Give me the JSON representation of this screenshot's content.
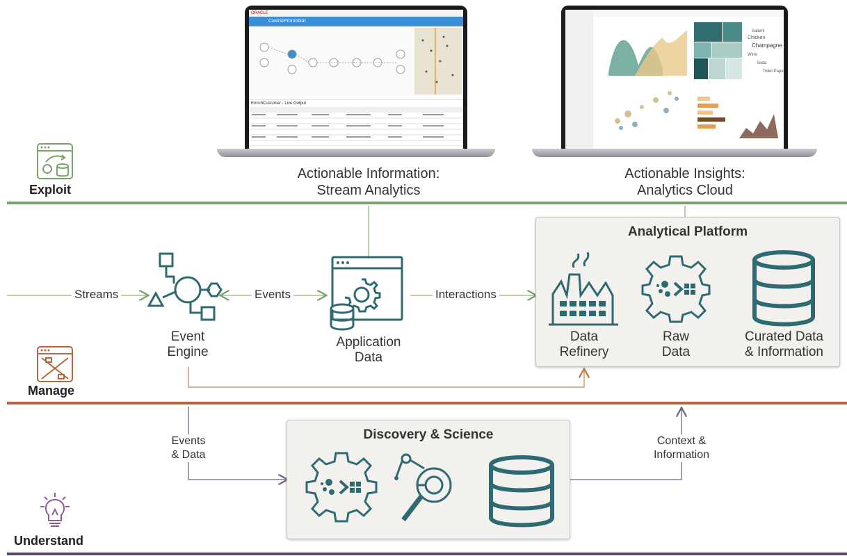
{
  "zones": {
    "exploit": "Exploit",
    "manage": "Manage",
    "understand": "Understand"
  },
  "screens": {
    "left_caption_1": "Actionable Information:",
    "left_caption_2": "Stream Analytics",
    "right_caption_1": "Actionable Insights:",
    "right_caption_2": "Analytics Cloud",
    "left_app_title": "CasinoPromotion",
    "left_table_title": "EnrichCustomer - Live Output",
    "left_brand": "ORACLE"
  },
  "flow": {
    "streams": "Streams",
    "events": "Events",
    "interactions": "Interactions",
    "events_data_1": "Events",
    "events_data_2": "& Data",
    "context_1": "Context &",
    "context_2": "Information"
  },
  "nodes": {
    "event_engine_1": "Event",
    "event_engine_2": "Engine",
    "app_data_1": "Application",
    "app_data_2": "Data"
  },
  "analytical_platform": {
    "title": "Analytical Platform",
    "refinery_1": "Data",
    "refinery_2": "Refinery",
    "raw_1": "Raw",
    "raw_2": "Data",
    "curated_1": "Curated Data",
    "curated_2": "& Information"
  },
  "discovery": {
    "title": "Discovery & Science"
  },
  "colors": {
    "exploit": "#7aa36b",
    "manage": "#b5643d",
    "understand": "#6b4f7a",
    "icon": "#2f6a73"
  }
}
